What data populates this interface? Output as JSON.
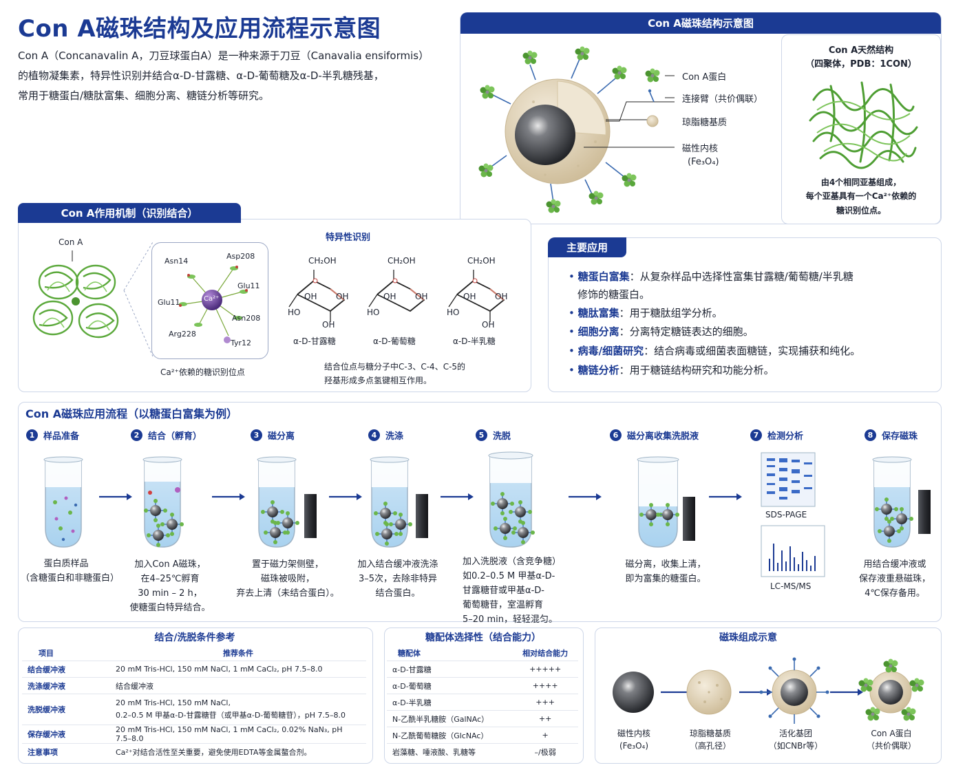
{
  "header": {
    "title": "Con A磁珠结构及应用流程示意图",
    "intro_lines": [
      "Con A（Concanavalin A，刀豆球蛋白A）是一种来源于刀豆（Canavalia ensiformis）",
      "的植物凝集素，特异性识别并结合α-D-甘露糖、α-D-葡萄糖及α-D-半乳糖残基，",
      "常用于糖蛋白/糖肽富集、细胞分离、糖链分析等研究。"
    ]
  },
  "structure_panel": {
    "title": "Con A磁珠结构示意图",
    "legend": {
      "protein": "Con A蛋白",
      "linker": "连接臂（共价偶联）",
      "matrix": "琼脂糖基质",
      "core": "磁性内核",
      "core_formula": "(Fe₃O₄)"
    },
    "native": {
      "title_line1": "Con A天然结构",
      "title_line2": "（四聚体，PDB：1CON）",
      "desc_line1": "由4个相同亚基组成，",
      "desc_line2": "每个亚基具有一个Ca²⁺依赖的",
      "desc_line3": "糖识别位点。"
    }
  },
  "mechanism_panel": {
    "title": "Con A作用机制（识别结合）",
    "cona_label": "Con A",
    "residues": {
      "asn14": "Asn14",
      "asp208": "Asp208",
      "glu11_right": "Glu11",
      "glu11_left": "Glu11",
      "asn208": "Asn208",
      "arg228": "Arg228",
      "tyr12": "Tyr12"
    },
    "ca_ion": "Ca²⁺",
    "site_caption": "Ca²⁺依赖的糖识别位点",
    "specific_title": "特异性识别",
    "sugars": [
      {
        "name": "α-D-甘露糖",
        "ch2oh": "CH₂OH",
        "oh_mid": "OH",
        "oh_right": "OH",
        "ho_left": "HO",
        "oh_bottom": "OH"
      },
      {
        "name": "α-D-葡萄糖",
        "ch2oh": "CH₂OH",
        "oh_mid": "OH",
        "oh_right": "OH",
        "ho_left": "HO",
        "oh_bottom": ""
      },
      {
        "name": "α-D-半乳糖",
        "ch2oh": "CH₂OH",
        "oh_mid": "OH",
        "oh_right": "OH",
        "ho_left": "HO",
        "oh_bottom": "OH"
      }
    ],
    "binding_note_line1": "结合位点与糖分子中C-3、C-4、C-5的",
    "binding_note_line2": "羟基形成多点氢键相互作用。"
  },
  "applications_panel": {
    "title": "主要应用",
    "items": [
      {
        "key": "糖蛋白富集",
        "text": "：从复杂样品中选择性富集甘露糖/葡萄糖/半乳糖",
        "cont": "修饰的糖蛋白。"
      },
      {
        "key": "糖肽富集",
        "text": "：用于糖肽组学分析。",
        "cont": ""
      },
      {
        "key": "细胞分离",
        "text": "：分离特定糖链表达的细胞。",
        "cont": ""
      },
      {
        "key": "病毒/细菌研究",
        "text": "：结合病毒或细菌表面糖链，实现捕获和纯化。",
        "cont": ""
      },
      {
        "key": "糖链分析",
        "text": "：用于糖链结构研究和功能分析。",
        "cont": ""
      }
    ]
  },
  "workflow": {
    "title": "Con A磁珠应用流程（以糖蛋白富集为例）",
    "steps": [
      {
        "num": "1",
        "label": "样品准备",
        "desc": [
          "蛋白质样品",
          "（含糖蛋白和非糖蛋白）"
        ]
      },
      {
        "num": "2",
        "label": "结合（孵育）",
        "desc": [
          "加入Con A磁珠，",
          "在4–25℃孵育",
          "30 min – 2 h，",
          "使糖蛋白特异结合。"
        ]
      },
      {
        "num": "3",
        "label": "磁分离",
        "desc": [
          "置于磁力架侧壁，",
          "磁珠被吸附，",
          "弃去上清（未结合蛋白）。"
        ]
      },
      {
        "num": "4",
        "label": "洗涤",
        "desc": [
          "加入结合缓冲液洗涤",
          "3–5次，去除非特异",
          "结合蛋白。"
        ]
      },
      {
        "num": "5",
        "label": "洗脱",
        "desc": [
          "加入洗脱液（含竞争糖）",
          "如0.2–0.5 M 甲基α-D-",
          "甘露糖苷或甲基α-D-",
          "葡萄糖苷，室温孵育",
          "5–20 min，轻轻混匀。"
        ]
      },
      {
        "num": "6",
        "label": "磁分离收集洗脱液",
        "desc": [
          "磁分离，收集上清，",
          "即为富集的糖蛋白。"
        ]
      },
      {
        "num": "7",
        "label": "检测分析",
        "desc": []
      },
      {
        "num": "8",
        "label": "保存磁珠",
        "desc": [
          "用结合缓冲液或",
          "保存液重悬磁珠，",
          "4℃保存备用。"
        ]
      }
    ],
    "sds_label": "SDS-PAGE",
    "lcms_label": "LC-MS/MS"
  },
  "conditions_table": {
    "title": "结合/洗脱条件参考",
    "headers": [
      "项目",
      "推荐条件"
    ],
    "rows": [
      {
        "k": "结合缓冲液",
        "v": [
          "20 mM Tris-HCl, 150 mM NaCl, 1 mM CaCl₂, pH 7.5–8.0"
        ]
      },
      {
        "k": "洗涤缓冲液",
        "v": [
          "结合缓冲液"
        ]
      },
      {
        "k": "洗脱缓冲液",
        "v": [
          "20 mM Tris-HCl, 150 mM NaCl,",
          "0.2–0.5 M 甲基α-D-甘露糖苷（或甲基α-D-葡萄糖苷），pH 7.5–8.0"
        ]
      },
      {
        "k": "保存缓冲液",
        "v": [
          "20 mM Tris-HCl, 150 mM NaCl, 1 mM CaCl₂, 0.02% NaN₃, pH 7.5–8.0"
        ]
      },
      {
        "k": "注意事项",
        "v": [
          "Ca²⁺对结合活性至关重要，避免使用EDTA等金属螯合剂。"
        ]
      }
    ]
  },
  "ligand_table": {
    "title": "糖配体选择性（结合能力）",
    "headers": [
      "糖配体",
      "相对结合能力"
    ],
    "rows": [
      [
        "α-D-甘露糖",
        "+++++"
      ],
      [
        "α-D-葡萄糖",
        "++++"
      ],
      [
        "α-D-半乳糖",
        "+++"
      ],
      [
        "N-乙酰半乳糖胺（GalNAc）",
        "++"
      ],
      [
        "N-乙酰葡萄糖胺（GlcNAc）",
        "+"
      ],
      [
        "岩藻糖、唾液酸、乳糖等",
        "–/极弱"
      ]
    ]
  },
  "composition_panel": {
    "title": "磁珠组成示意",
    "items": [
      {
        "l1": "磁性内核",
        "l2": "(Fe₃O₄)"
      },
      {
        "l1": "琼脂糖基质",
        "l2": "（高孔径）"
      },
      {
        "l1": "活化基团",
        "l2": "（如CNBr等）"
      },
      {
        "l1": "Con A蛋白",
        "l2": "（共价偶联）"
      }
    ]
  },
  "colors": {
    "brand_blue": "#1b3a93",
    "protein_green": "#5aa83a",
    "bead_tan": "#e2d3b8",
    "core_dark": "#2a2c31"
  }
}
